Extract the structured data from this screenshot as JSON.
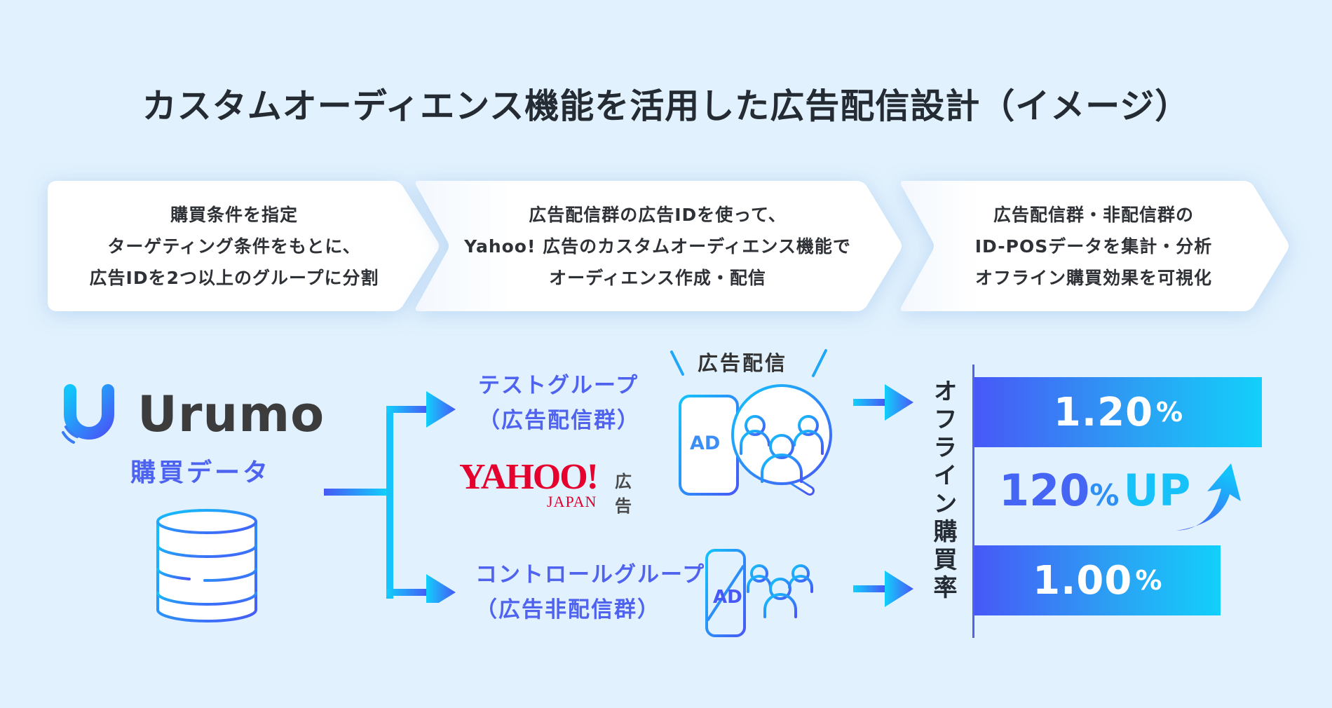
{
  "title": "カスタムオーディエンス機能を活用した広告配信設計（イメージ）",
  "steps": [
    {
      "lines": [
        "購買条件を指定",
        "ターゲティング条件をもとに、",
        "広告IDを2つ以上のグループに分割"
      ]
    },
    {
      "lines": [
        "広告配信群の広告IDを使って、",
        "Yahoo! 広告のカスタムオーディエンス機能で",
        "オーディエンス作成・配信"
      ]
    },
    {
      "lines": [
        "広告配信群・非配信群の",
        "ID-POSデータを集計・分析",
        "オフライン購買効果を可視化"
      ]
    }
  ],
  "source": {
    "brand": "Urumo",
    "label": "購買データ",
    "icon": "database-icon"
  },
  "groups": {
    "test": {
      "line1": "テストグループ",
      "line2": "（広告配信群）",
      "icon": "ad-phone-magnifier-audience-icon"
    },
    "control": {
      "line1": "コントロールグループ",
      "line2": "（広告非配信群）",
      "icon": "ad-phone-crossed-audience-icon"
    }
  },
  "ad_delivery_label": "広告配信",
  "ad_text": "AD",
  "yahoo": {
    "word": "YAHOO!",
    "sub": "JAPAN",
    "suffix": "広告"
  },
  "result": {
    "axis_label": "オフライン購買率",
    "test_value": "1.20",
    "control_value": "1.00",
    "unit": "%",
    "uplift_value": "120",
    "uplift_unit": "%",
    "uplift_text": "UP"
  },
  "chart_data": {
    "type": "bar",
    "title": "オフライン購買率",
    "categories": [
      "テストグループ（広告配信群）",
      "コントロールグループ（広告非配信群）"
    ],
    "values": [
      1.2,
      1.0
    ],
    "unit": "%",
    "annotation": "120%UP"
  },
  "colors": {
    "background": "#e1f1fd",
    "gradient_start": "#4758f7",
    "gradient_end": "#12d0fb",
    "group_text": "#4f63ee",
    "yahoo_red": "#e5002d"
  }
}
